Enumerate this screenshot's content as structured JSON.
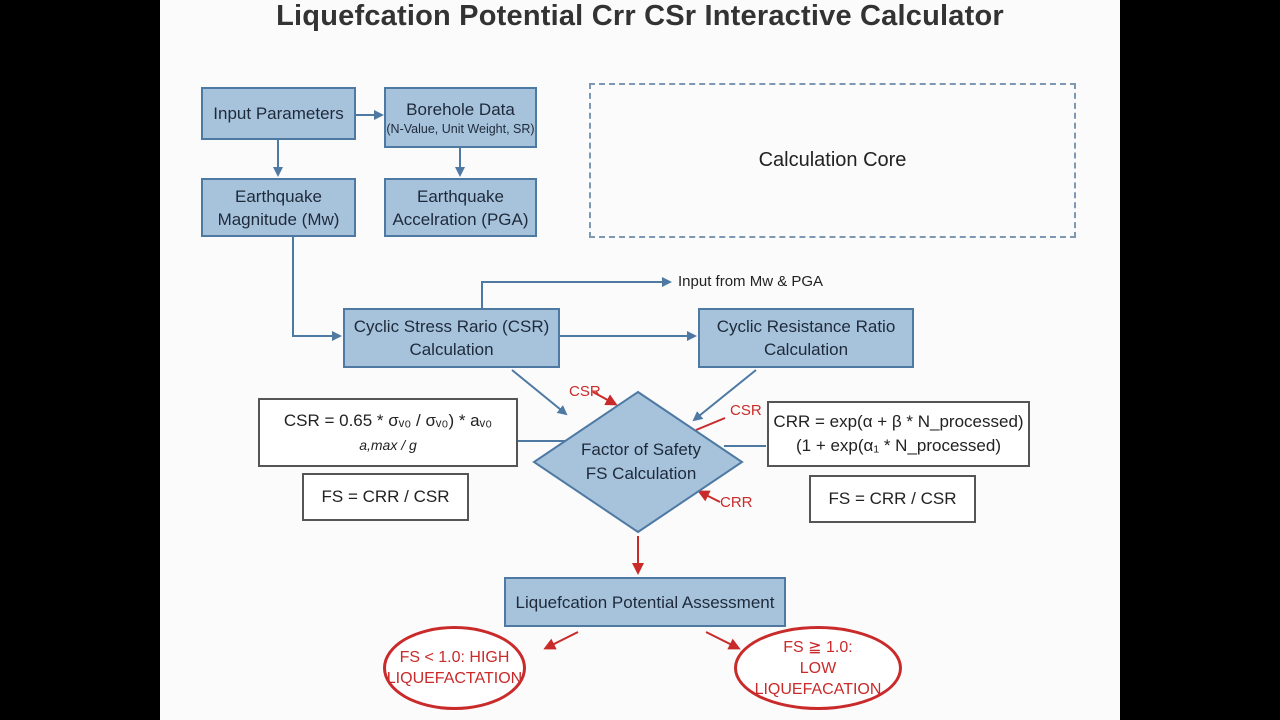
{
  "title": "Liquefcation Potential Crr CSr Interactive Calculator",
  "nodes": {
    "input_parameters": "Input Parameters",
    "borehole_title": "Borehole Data",
    "borehole_sub": "(N-Value, Unit Weight, SR)",
    "eq_magnitude_l1": "Earthquake",
    "eq_magnitude_l2": "Magnitude (Mw)",
    "eq_accel_l1": "Earthquake",
    "eq_accel_l2": "Accelration (PGA)",
    "calc_core": "Calculation Core",
    "input_from": "Input from Mw & PGA",
    "csr_calc_l1": "Cyclic Stress Rario (CSR)",
    "csr_calc_l2": "Calculation",
    "crr_calc_l1": "Cyclic Resistance Ratio",
    "crr_calc_l2": "Calculation",
    "fs_l1": "Factor of Safety",
    "fs_l2": "FS Calculation",
    "assessment": "Liquefcation Potential Assessment",
    "high_l1": "FS < 1.0: HIGH",
    "high_l2": "LIQUEFACTATION",
    "low_l1": "FS ≧ 1.0:",
    "low_l2": "LOW LIQUEFACATION"
  },
  "formulas": {
    "csr_l1": "CSR = 0.65 * σᵥ₀ / σᵥ₀) * aᵥ₀",
    "csr_l2": "a,max / g",
    "crr_l1": "CRR = exp(α + β * N_processed)",
    "crr_l2": "(1 + exp(α₁ * N_processed)",
    "fs_left": "FS = CRR / CSR",
    "fs_right": "FS = CRR / CSR"
  },
  "labels": {
    "csr_a": "CSR",
    "csr_b": "CSR",
    "crr": "CRR"
  },
  "colors": {
    "box_fill": "#a7c3dc",
    "box_border": "#4e79a3",
    "arrow_blue": "#4e79a3",
    "arrow_red": "#c92a2a"
  }
}
